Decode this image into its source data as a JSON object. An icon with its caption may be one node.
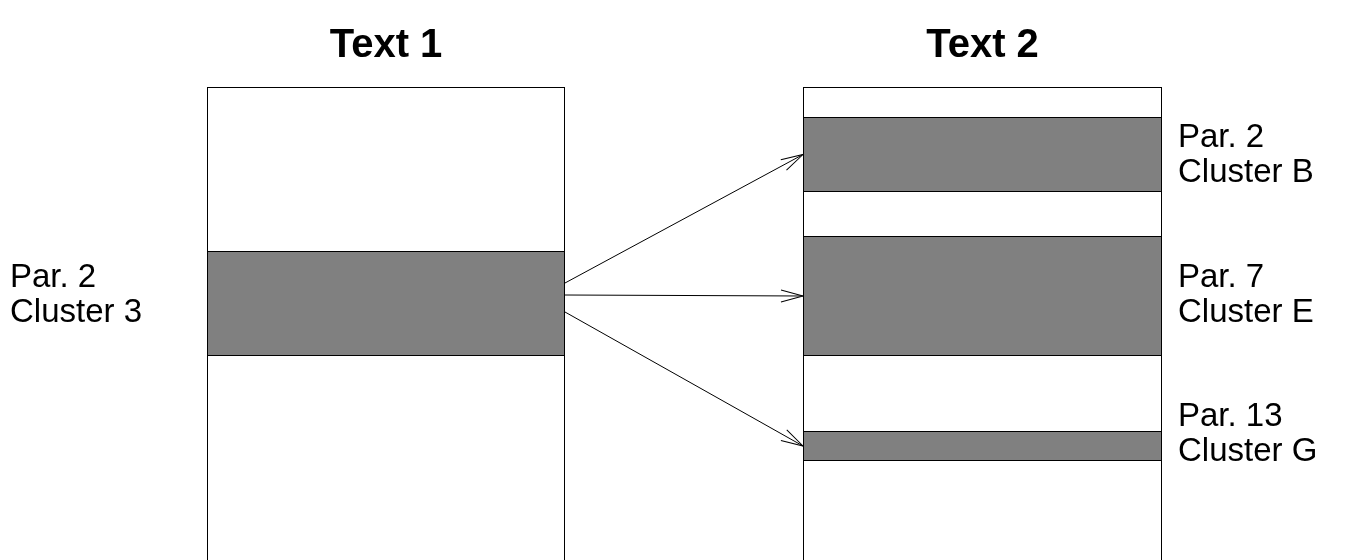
{
  "diagram": {
    "nodes": [
      {
        "text": [
          "Text 1"
        ]
      },
      {
        "text": [],
        "shape": "bar",
        "in": 0,
        "beside": [
          "Par. 2 Cluster 3"
        ]
      },
      {
        "text": [
          "Text 2"
        ]
      },
      {
        "text": [],
        "shape": "bar",
        "in": 2,
        "beside": [
          "Par. 2 Cluster B"
        ]
      },
      {
        "text": [],
        "shape": "bar",
        "in": 2,
        "beside": [
          "Par. 7 Cluster E"
        ]
      },
      {
        "text": [],
        "shape": "bar",
        "in": 2,
        "beside": [
          "Par. 13 Cluster G"
        ]
      }
    ],
    "edges": [
      {
        "from": 1,
        "to": 3,
        "arrow": "to"
      },
      {
        "from": 1,
        "to": 4,
        "arrow": "to"
      },
      {
        "from": 1,
        "to": 5,
        "arrow": "to"
      }
    ]
  }
}
